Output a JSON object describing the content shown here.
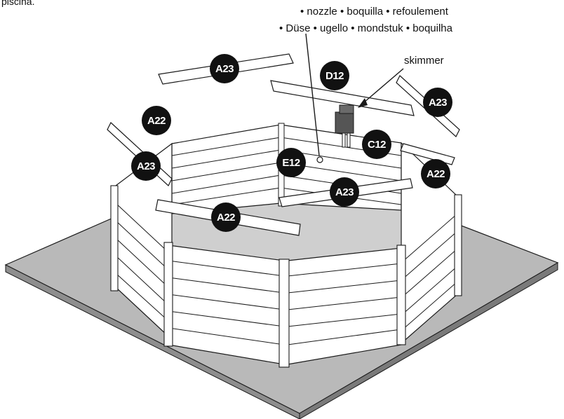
{
  "caption_top": "piscina.",
  "nozzle_label": {
    "line1": "• nozzle • boquilla • refoulement",
    "line2": "• Düse • ugello • mondstuk • boquilha"
  },
  "skimmer_label": "skimmer",
  "parts": {
    "a23_top": "A23",
    "a23_left": "A23",
    "a23_right": "A23",
    "a23_inner": "A23",
    "a22_left": "A22",
    "a22_right": "A22",
    "a22_inner": "A22",
    "d12": "D12",
    "c12": "C12",
    "e12": "E12"
  },
  "colors": {
    "line": "#1a1a1a",
    "board": "#ffffff",
    "ground": "#b9b9b9",
    "ground_side": "#8e8e8e",
    "pool_floor": "#cfcfcf",
    "skimmer": "#555555",
    "badge": "#111111"
  }
}
